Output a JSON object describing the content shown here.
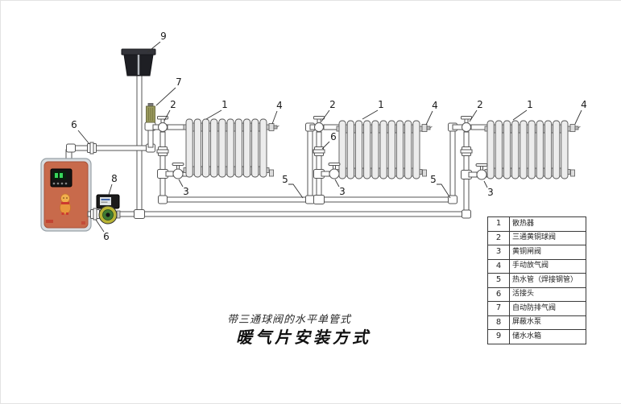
{
  "title": {
    "line1": "带三通球阀的水平单管式",
    "line2": "暖气片安装方式"
  },
  "legend": {
    "rows": [
      {
        "num": "1",
        "label": "散热器"
      },
      {
        "num": "2",
        "label": "三通黄铜球阀"
      },
      {
        "num": "3",
        "label": "黄铜闸阀"
      },
      {
        "num": "4",
        "label": "手动放气阀"
      },
      {
        "num": "5",
        "label": "热水管（焊接钢管）"
      },
      {
        "num": "6",
        "label": "活接头"
      },
      {
        "num": "7",
        "label": "自动防排气阀"
      },
      {
        "num": "8",
        "label": "屏蔽水泵"
      },
      {
        "num": "9",
        "label": "储水水箱"
      }
    ]
  },
  "callouts": {
    "tank": "9",
    "union_top": "6",
    "vent": "7",
    "r1_valve": "2",
    "r1_radiator": "1",
    "r1_air_valve": "4",
    "r1_gate_valve": "3",
    "pipe_left": "5",
    "pump": "8",
    "pump_union": "6",
    "r2_valve": "2",
    "r2_radiator": "1",
    "r2_air_valve": "4",
    "r2_union": "6",
    "r2_gate_valve": "3",
    "pipe_right": "5",
    "r3_valve": "2",
    "r3_radiator": "1",
    "r3_air_valve": "4",
    "r3_gate_valve": "3"
  },
  "colors": {
    "boiler_panel": "#c86a4b",
    "boiler_frame": "#d8dcdf",
    "pump_ring": "#b9b435",
    "pump_body": "#3e7a33",
    "pump_box": "#1b1b1b",
    "vent_valve_brass": "#9a9a5e",
    "tank": "#1e1f24",
    "pipe_outline": "#555555",
    "radiator_fill": "#ececec"
  }
}
